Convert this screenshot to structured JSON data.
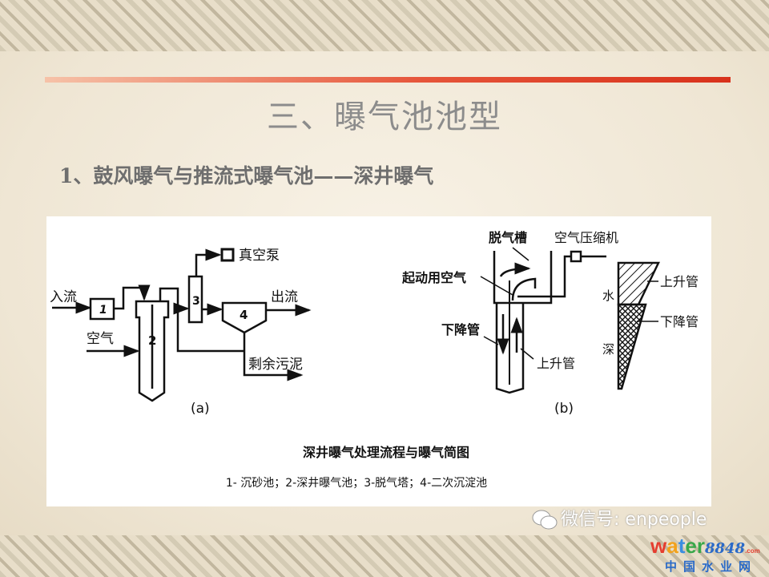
{
  "slide": {
    "title": "三、曝气池池型",
    "subtitle": "1、鼓风曝气与推流式曝气池——深井曝气"
  },
  "diagram_a": {
    "inflow": "入流",
    "air": "空气",
    "vacuum_pump": "真空泵",
    "outflow": "出流",
    "excess_sludge": "剩余污泥",
    "unit1": "1",
    "unit2": "2",
    "unit3": "3",
    "unit4": "4",
    "caption": "(a)"
  },
  "diagram_b": {
    "degassing_tank": "脱气槽",
    "air_compressor": "空气压缩机",
    "startup_air": "起动用空气",
    "downcomer": "下降管",
    "riser": "上升管",
    "water_depth_1": "水",
    "water_depth_2": "深",
    "chart_riser": "上升管",
    "chart_downcomer": "下降管",
    "caption": "(b)"
  },
  "figure": {
    "caption": "深井曝气处理流程与曝气简图",
    "legend": "1- 沉砂池；2-深井曝气池；3-脱气塔；4-二次沉淀池"
  },
  "watermark": {
    "wechat": "微信号: enpeople",
    "logo_text": "water8848",
    "logo_domain": ".com",
    "logo_cn": "中国水业网"
  },
  "colors": {
    "accent_line": "#d8321c",
    "title": "#8c8c8c",
    "subtitle": "#6e6e6e"
  }
}
